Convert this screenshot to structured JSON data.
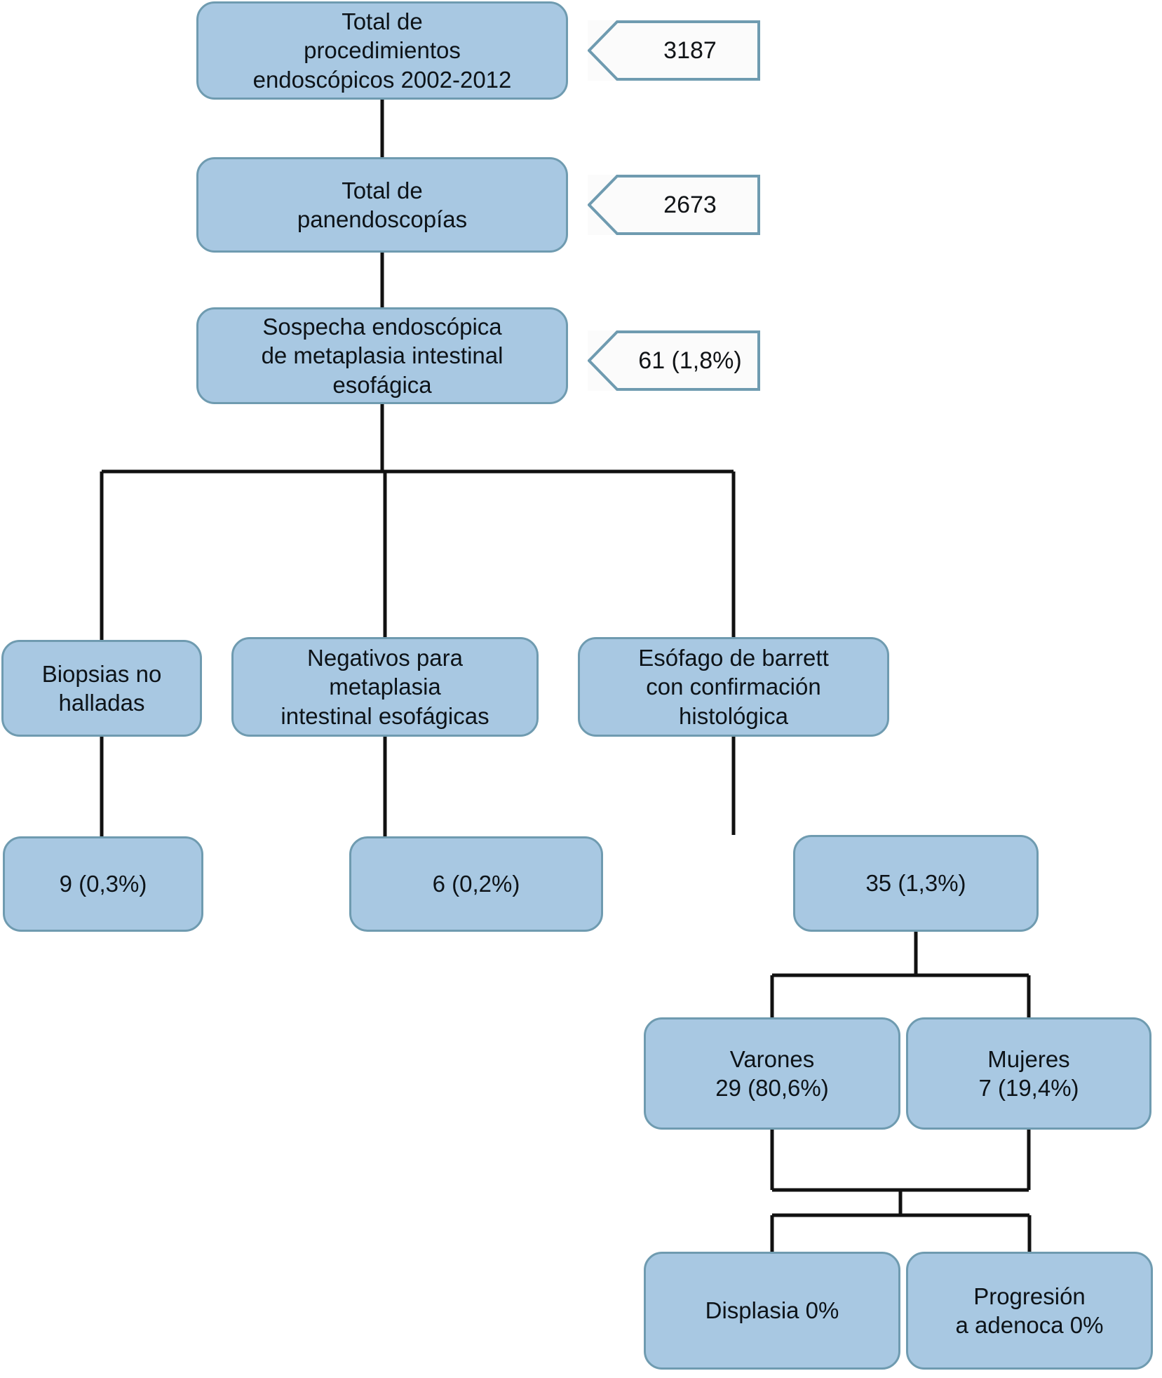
{
  "diagram": {
    "title": "Flujograma de procedimientos endoscopicos y esofago de Barrett",
    "colors": {
      "node_fill": "#a8c8e2",
      "node_border": "#6f9bb0",
      "callout_fill": "#fbfbfb",
      "callout_border": "#6f9bb0",
      "connector": "#111111",
      "text": "#0d1318",
      "background": "#ffffff"
    },
    "nodes": {
      "total_procedimientos": "Total de\nprocedimientos\nendoscópicos 2002-2012",
      "total_panendoscopias": "Total de\npanendoscopías",
      "sospecha": "Sospecha endoscópica\nde metaplasia intestinal\nesofágica",
      "biopsias_no_halladas": "Biopsias no\nhalladas",
      "negativos": "Negativos para\nmetaplasia\nintestinal esofágicas",
      "barrett": "Esófago de barrett\ncon confirmación\nhistológica",
      "biopsias_valor": "9 (0,3%)",
      "negativos_valor": "6 (0,2%)",
      "barrett_valor": "35 (1,3%)",
      "varones": "Varones\n29 (80,6%)",
      "mujeres": "Mujeres\n7 (19,4%)",
      "displasia": "Displasia 0%",
      "progresion": "Progresión\na adenoca 0%"
    },
    "callouts": {
      "total_procedimientos_n": "3187",
      "total_panendoscopias_n": "2673",
      "sospecha_n": "61 (1,8%)"
    }
  }
}
